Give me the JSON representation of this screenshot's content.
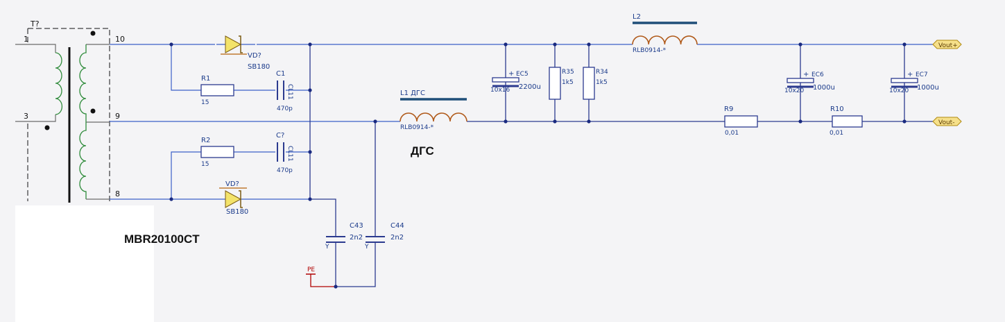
{
  "transformer": {
    "ref": "T?",
    "pins": [
      "1",
      "3",
      "10",
      "9",
      "8"
    ]
  },
  "diodes": [
    {
      "ref": "VD?",
      "part": "SB180"
    },
    {
      "ref": "VD?",
      "part": "SB180"
    }
  ],
  "resistors": [
    {
      "ref": "R1",
      "value": "15"
    },
    {
      "ref": "R2",
      "value": "15"
    },
    {
      "ref": "R35",
      "value": "1k5"
    },
    {
      "ref": "R34",
      "value": "1k5"
    },
    {
      "ref": "R9",
      "value": "0,01"
    },
    {
      "ref": "R10",
      "value": "0,01"
    }
  ],
  "capacitors": [
    {
      "ref": "C1",
      "type": "CL11",
      "value": "470p"
    },
    {
      "ref": "C?",
      "type": "CL11",
      "value": "470p"
    },
    {
      "ref": "C43",
      "type": "Y",
      "value": "2n2"
    },
    {
      "ref": "C44",
      "type": "Y",
      "value": "2n2"
    }
  ],
  "electrolytics": [
    {
      "ref": "EC5",
      "size": "10x16",
      "value": "2200u"
    },
    {
      "ref": "EC6",
      "size": "10x20",
      "value": "1000u"
    },
    {
      "ref": "EC7",
      "size": "10x20",
      "value": "1000u"
    }
  ],
  "inductors": [
    {
      "ref": "L1 ДГС",
      "part": "RLB0914-*"
    },
    {
      "ref": "L2",
      "part": "RLB0914-*"
    }
  ],
  "ports": [
    "Vout+",
    "Vout-"
  ],
  "ground": "PE",
  "plus_sign": "+",
  "annotations": {
    "dgs": "ДГС",
    "mbr": "MBR20100CT"
  },
  "colors": {
    "wire": "#2b3a8f",
    "coil": "#2e8b3a",
    "inductor": "#b05a1a",
    "diode": "#f3e36a",
    "port": "#f6e08a"
  }
}
